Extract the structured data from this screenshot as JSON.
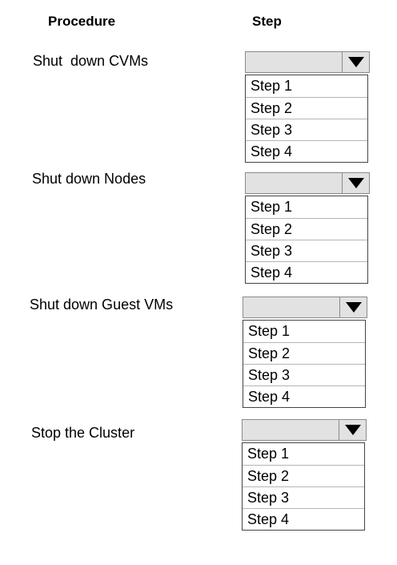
{
  "headers": {
    "procedure": "Procedure",
    "step": "Step"
  },
  "rows": [
    {
      "label": "Shut  down CVMs",
      "options": [
        "Step 1",
        "Step 2",
        "Step 3",
        "Step 4"
      ]
    },
    {
      "label": "Shut down Nodes",
      "options": [
        "Step 1",
        "Step 2",
        "Step 3",
        "Step 4"
      ]
    },
    {
      "label": "Shut down Guest VMs",
      "options": [
        "Step 1",
        "Step 2",
        "Step 3",
        "Step 4"
      ]
    },
    {
      "label": "Stop the Cluster",
      "options": [
        "Step 1",
        "Step 2",
        "Step 3",
        "Step 4"
      ]
    }
  ],
  "icons": {
    "dropdown_arrow": "triangle-down-icon"
  }
}
